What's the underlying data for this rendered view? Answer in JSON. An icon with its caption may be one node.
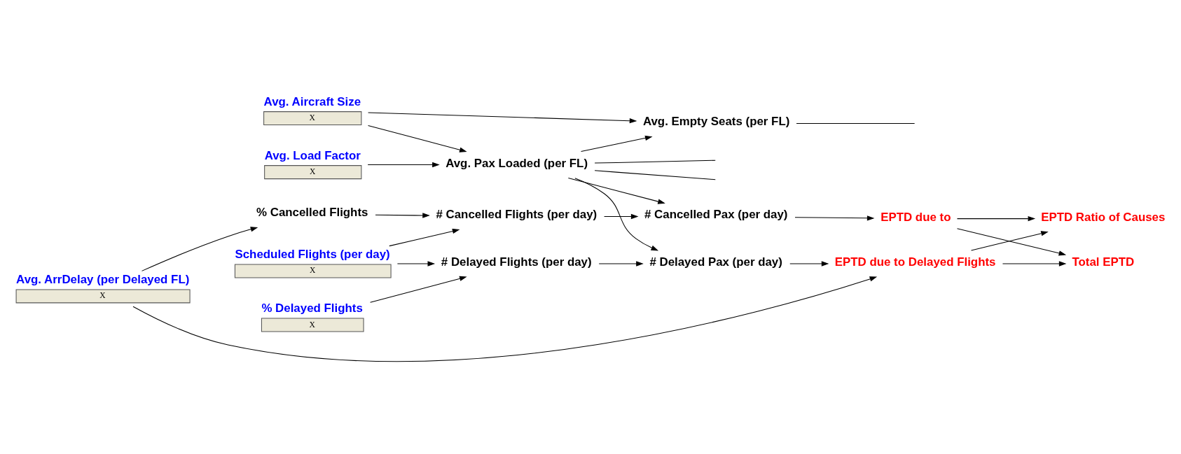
{
  "diagram": {
    "nodes": [
      {
        "text": [
          "% Delayed Flights",
          "X"
        ]
      },
      {
        "text": [
          "# Delayed Flights (per day)"
        ]
      },
      {
        "text": [
          "# Delayed Pax (per day)"
        ]
      },
      {
        "text": [
          "EPTD due to Delayed Flights"
        ]
      },
      {
        "text": [
          "Avg. Aircraft Size",
          "X"
        ]
      },
      {
        "text": [
          "Avg. Load Factor",
          "X"
        ]
      },
      {
        "text": [
          "Avg. ArrDelay (per Delayed FL)",
          "X"
        ]
      },
      {
        "text": [
          "Avg. Pax Loaded (per FL)"
        ]
      },
      {
        "text": [
          "Scheduled Flights (per day)",
          "X"
        ]
      },
      {
        "text": [
          "Avg. Empty Seats (per FL)"
        ]
      },
      {
        "text": [
          "% Cancelled Flights"
        ]
      },
      {
        "text": [
          "Total EPTD"
        ]
      },
      {
        "text": [
          "EPTD Ratio of Causes"
        ]
      },
      {
        "text": [
          "# Cancelled Flights (per day)"
        ]
      },
      {
        "text": [
          "# Cancelled Pax (per day)"
        ]
      },
      {
        "text": [
          "EPTD due to"
        ]
      }
    ],
    "edges": [
      {
        "from": 0,
        "to": 1,
        "arrow": "to"
      },
      {
        "from": 8,
        "to": 1,
        "arrow": "to"
      },
      {
        "from": 1,
        "to": 2,
        "arrow": "to"
      },
      {
        "from": 7,
        "to": 2,
        "arrow": "to"
      },
      {
        "from": 7,
        "to": 14,
        "arrow": "to"
      },
      {
        "from": 2,
        "to": 3,
        "arrow": "to"
      },
      {
        "from": 6,
        "to": 3,
        "arrow": "to"
      },
      {
        "from": 3,
        "to": 11,
        "arrow": "to"
      },
      {
        "from": 3,
        "to": 12,
        "arrow": "to"
      },
      {
        "from": 4,
        "to": 7,
        "arrow": "to"
      },
      {
        "from": 5,
        "to": 7,
        "arrow": "to"
      },
      {
        "from": 4,
        "to": 9,
        "arrow": "to"
      },
      {
        "from": 7,
        "to": 9,
        "arrow": "to"
      },
      {
        "from": 6,
        "to": 10,
        "arrow": "to"
      },
      {
        "from": 10,
        "to": 13,
        "arrow": "to"
      },
      {
        "from": 8,
        "to": 13,
        "arrow": "to"
      },
      {
        "from": 13,
        "to": 14,
        "arrow": "to"
      },
      {
        "from": 14,
        "to": 15,
        "arrow": "to"
      },
      {
        "from": 15,
        "to": 11,
        "arrow": "to"
      },
      {
        "from": 15,
        "to": 12,
        "arrow": "to"
      },
      {
        "from": 9,
        "to": null,
        "arrow": "none"
      },
      {
        "from": 7,
        "to": null,
        "arrow": "none"
      },
      {
        "from": 7,
        "to": null,
        "arrow": "none"
      }
    ]
  }
}
